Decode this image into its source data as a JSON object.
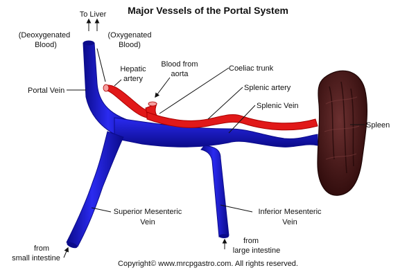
{
  "title": "Major Vessels of the Portal System",
  "labels": {
    "to_liver": "To Liver",
    "deoxygenated_line1": "(Deoxygenated",
    "deoxygenated_line2": "Blood)",
    "oxygenated_line1": "(Oxygenated",
    "oxygenated_line2": "Blood)",
    "hepatic_line1": "Hepatic",
    "hepatic_line2": "artery",
    "blood_from_line1": "Blood from",
    "blood_from_line2": "aorta",
    "coeliac_trunk": "Coeliac trunk",
    "splenic_artery": "Splenic artery",
    "splenic_vein": "Splenic Vein",
    "portal_vein": "Portal Vein",
    "spleen": "Spleen",
    "sup_mes_line1": "Superior Mesenteric",
    "sup_mes_line2": "Vein",
    "inf_mes_line1": "Inferior Mesenteric",
    "inf_mes_line2": "Vein",
    "from_small_line1": "from",
    "from_small_line2": "small intestine",
    "from_large_line1": "from",
    "from_large_line2": "large intestine"
  },
  "copyright": "Copyright© www.mrcpgastro.com. All rights reserved.",
  "colors": {
    "vein": "#1a1adb",
    "vein_dark": "#0b0b8a",
    "artery": "#e11919",
    "artery_light": "#f07070",
    "spleen": "#3b1212",
    "spleen_highlight": "#6b3030"
  }
}
